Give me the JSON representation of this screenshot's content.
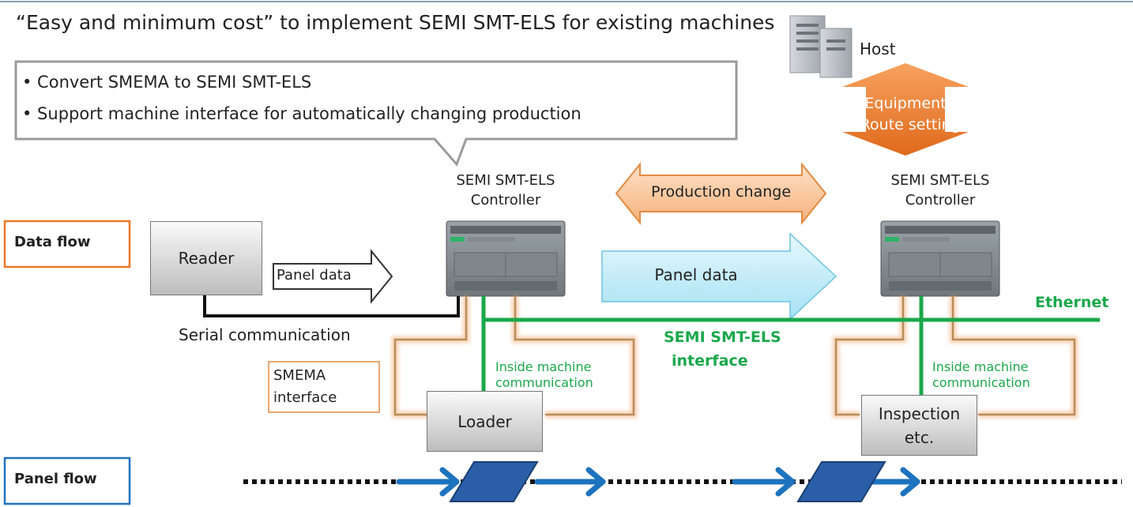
{
  "title": "“Easy and minimum cost” to implement SEMI SMT-ELS for existing machines",
  "callout": {
    "items": [
      "• Convert SMEMA to SEMI SMT-ELS",
      "• Support machine interface for automatically changing production"
    ]
  },
  "host": {
    "label": "Host"
  },
  "setting_arrow": {
    "line1": "Equipment",
    "line2": "/ Route setting"
  },
  "controller_left": {
    "line1": "SEMI SMT-ELS",
    "line2": "Controller"
  },
  "controller_right": {
    "line1": "SEMI SMT-ELS",
    "line2": "Controller"
  },
  "production_change": "Production change",
  "panel_data_small": "Panel data",
  "panel_data_big": "Panel data",
  "ethernet": "Ethernet",
  "semi_interface": {
    "line1": "SEMI SMT-ELS",
    "line2": "interface"
  },
  "serial": "Serial communication",
  "smema": {
    "line1": "SMEMA",
    "line2": "interface"
  },
  "inside_left": {
    "line1": "Inside machine",
    "line2": "communication"
  },
  "inside_right": {
    "line1": "Inside machine",
    "line2": "communication"
  },
  "reader": "Reader",
  "loader": "Loader",
  "inspection": {
    "line1": "Inspection",
    "line2": "etc."
  },
  "data_flow": "Data flow",
  "panel_flow": "Panel flow",
  "colors": {
    "green": "#1aa84a",
    "orange": "#ec7a28",
    "blue": "#1e73be",
    "cyan_fill": "#b9eaf7",
    "orange_outline": "#e48a40"
  }
}
